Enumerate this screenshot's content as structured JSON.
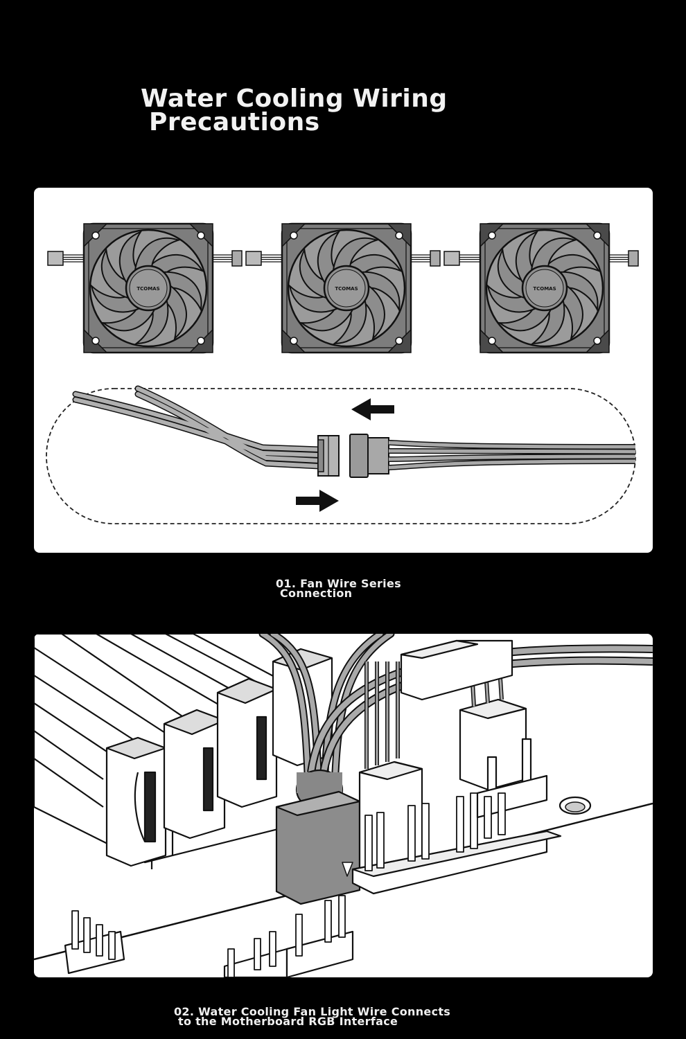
{
  "title": {
    "line1": "Water Cooling Wiring",
    "line2": "Precautions"
  },
  "fans": {
    "brand": "TCOMAS",
    "items": [
      {
        "brand": "TCOMAS"
      },
      {
        "brand": "TCOMAS"
      },
      {
        "brand": "TCOMAS"
      }
    ]
  },
  "captions": {
    "fan_series": {
      "line1": "01. Fan Wire Series",
      "line2": "Connection"
    },
    "rgb_interface": {
      "line1": "02. Water Cooling Fan Light Wire Connects",
      "line2": "to the Motherboard RGB Interface"
    }
  },
  "colors": {
    "background": "#000000",
    "panel": "#ffffff",
    "line_art": "#1a1a1a",
    "fan_fill": "#8a8a8a",
    "connector_fill": "#9a9a9a",
    "text": "#f2f2f2"
  }
}
